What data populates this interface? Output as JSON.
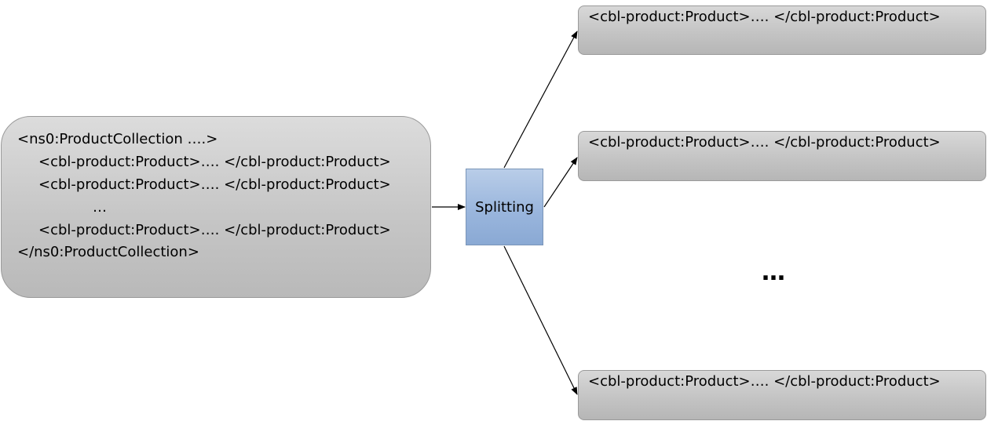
{
  "source": {
    "lines": [
      "<ns0:ProductCollection ….>",
      "<cbl-product:Product>…. </cbl-product:Product>",
      "<cbl-product:Product>…. </cbl-product:Product>",
      "…",
      "<cbl-product:Product>…. </cbl-product:Product>",
      "</ns0:ProductCollection>"
    ]
  },
  "process": {
    "label": "Splitting"
  },
  "outputs": [
    "<cbl-product:Product>…. </cbl-product:Product>",
    "<cbl-product:Product>…. </cbl-product:Product>",
    "<cbl-product:Product>…. </cbl-product:Product>"
  ],
  "ellipsis": "…",
  "colors": {
    "box_gray": "#c6c6c6",
    "split_blue": "#9ab6dd",
    "arrow": "#000000"
  }
}
